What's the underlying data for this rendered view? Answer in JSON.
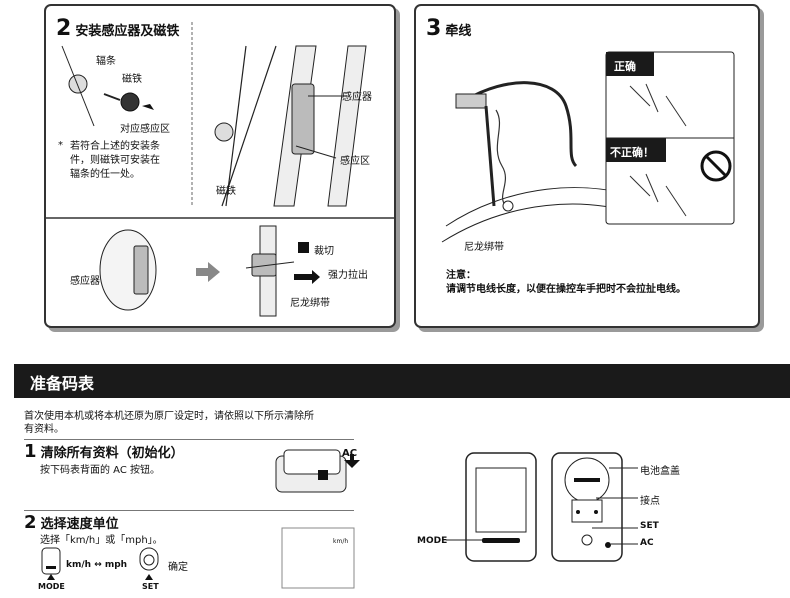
{
  "panel_magnet": {
    "step": "2",
    "title": "安装感应器及磁铁",
    "labels": {
      "spoke": "辐条",
      "magnet": "磁铁",
      "zone": "对应感应区",
      "sensor": "感应器",
      "sensor_zone": "感应区",
      "magnet2": "磁铁",
      "sensor2": "感应器",
      "cut": "裁切",
      "pull": "强力拉出",
      "tie": "尼龙绑带"
    },
    "note_mark": "*",
    "note": [
      "若符合上述的安装条",
      "件，则磁铁可安装在",
      "辐条的任一处。"
    ]
  },
  "panel_wire": {
    "step": "3",
    "title": "牵线",
    "correct": "正确",
    "incorrect": "不正确！",
    "tie": "尼龙绑带",
    "note_title": "注意：",
    "note": "请调节电线长度，以便在操控车手把时不会拉扯电线。"
  },
  "section": {
    "title": "准备码表",
    "intro": [
      "首次使用本机或将本机还原为原厂设定时，请依照以下所示清除所",
      "有资料。"
    ],
    "step1": {
      "num": "1",
      "title": "清除所有资料（初始化）",
      "desc": "按下码表背面的 AC 按钮。",
      "ac": "AC"
    },
    "step2": {
      "num": "2",
      "title": "选择速度单位",
      "desc": "选择「km/h」或「mph」。",
      "units": "km/h ↔ mph",
      "confirm": "确定",
      "mode": "MODE",
      "set": "SET",
      "display_unit": "km/h"
    },
    "device": {
      "mode": "MODE",
      "battery": "电池盒盖",
      "contacts": "接点",
      "set": "SET",
      "ac": "AC"
    }
  }
}
